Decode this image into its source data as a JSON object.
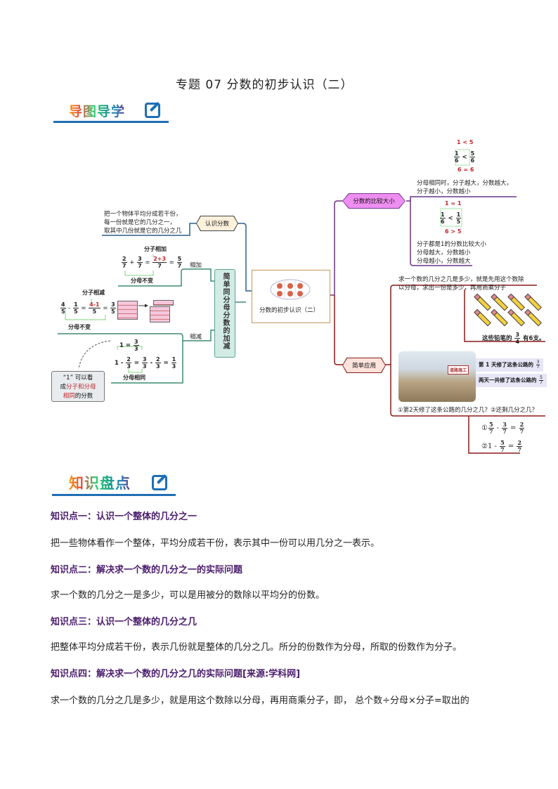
{
  "title": "专题 07  分数的初步认识（二）",
  "section1": {
    "label": "导图导学",
    "icon": "edit-icon"
  },
  "section2": {
    "label": "知识盘点",
    "icon": "edit-icon"
  },
  "colors": {
    "accent_blue": "#1f6fb4",
    "heading_purple": "#4b1d6d",
    "red": "#c0272d",
    "green_branch": "#3d8b6e",
    "purple_branch": "#6c3483",
    "dark_red_branch": "#8b1a1a"
  },
  "mindmap": {
    "center": {
      "label": "分数的初步认识（二）"
    },
    "left": {
      "recognize": {
        "node": "认识分数",
        "desc": [
          "把一个物体平均分成若干份，",
          "每一份就是它的几分之一，",
          "取其中几份就是它的几分之几"
        ]
      },
      "add_sub": {
        "node": "简单同分母分数的加减",
        "add": {
          "label": "相加",
          "top_note": "分子相加",
          "bottom_note": "分母不变",
          "eq": {
            "a_n": "2",
            "a_d": "7",
            "b_n": "3",
            "b_d": "7",
            "mid_n": "2+3",
            "mid_d": "7",
            "r_n": "5",
            "r_d": "7"
          }
        },
        "sub": {
          "label": "相减",
          "top_note": "分子相减",
          "bottom_note": "分母不变",
          "eq": {
            "a_n": "4",
            "a_d": "5",
            "b_n": "1",
            "b_d": "5",
            "mid_n": "4-1",
            "mid_d": "5",
            "r_n": "3",
            "r_d": "5"
          },
          "one": {
            "top": "1 =",
            "top_n": "3",
            "top_d": "3",
            "line": "1 -",
            "n1": "2",
            "d1": "3",
            "n2": "3",
            "d2": "3",
            "n3": "2",
            "d3": "3",
            "n4": "1",
            "d4": "3",
            "bottom_note": "分母相同"
          }
        },
        "note": {
          "part1": "“1” 可以看",
          "part2a": "成",
          "part2b": "分子和分母",
          "part3a": "相同",
          "part3b": "的分数"
        }
      }
    },
    "right": {
      "compare": {
        "node": "分数的比较大小",
        "case1": {
          "top": "1 < 5",
          "a_n": "1",
          "a_d": "6",
          "op": "<",
          "b_n": "5",
          "b_d": "6",
          "bottom": "6 = 6",
          "desc": [
            "分母相同时，分子越大，分数越大，",
            "分子越小，分数越小"
          ]
        },
        "case2": {
          "top": "1 = 1",
          "a_n": "1",
          "a_d": "6",
          "op": "<",
          "b_n": "1",
          "b_d": "5",
          "bottom": "6 > 5",
          "desc": [
            "分子都是1的分数比较大小",
            "分母越大，分数越小",
            "分母越小，分数越大"
          ]
        }
      },
      "apply": {
        "node": "简单应用",
        "desc": [
          "求一个数的几分之几是多少，就是先用这个数除",
          "以分母，求出一份是多少，再用商乘分子"
        ],
        "pencil_caption": {
          "pre": "这些铅笔的",
          "n": "3",
          "d": "4",
          "post": "有6支。"
        },
        "road": {
          "day1": "第 1 天修了这条公路的",
          "d1_n": "3",
          "d1_d": "7",
          "total": "两天一共修了这条公路的",
          "t_n": "5",
          "t_d": "7",
          "sign": "道路施工"
        },
        "question": "①第2天修了这条公路的几分之几？②还剩几分之几？",
        "answer1": {
          "prefix": "①",
          "a_n": "5",
          "a_d": "7",
          "b_n": "3",
          "b_d": "7",
          "r_n": "2",
          "r_d": "7"
        },
        "answer2": {
          "prefix": "②1 -",
          "a_n": "5",
          "a_d": "7",
          "r_n": "2",
          "r_d": "7"
        }
      }
    }
  },
  "knowledge": [
    {
      "heading": "知识点一：认识一个整体的几分之一",
      "body": "把一些物体看作一个整体，平均分成若干份，表示其中一份可以用几分之一表示。"
    },
    {
      "heading": "知识点二：解决求一个数的几分之一的实际问题",
      "body": "求一个数的几分之一是多少，可以是用被分的数除以平均分的份数。"
    },
    {
      "heading": "知识点三：认识一个整体的几分之几",
      "body": "把整体平均分成若干份，表示几份就是整体的几分之几。所分的份数作为分母，所取的份数作为分子。"
    },
    {
      "heading": "知识点四：解决求一个数的几分之几的实际问题[来源:学科网]",
      "body": "求一个数的几分之几是多少，就是用这个数除以分母，再用商乘分子，即，   总个数÷分母×分子=取出的"
    }
  ]
}
